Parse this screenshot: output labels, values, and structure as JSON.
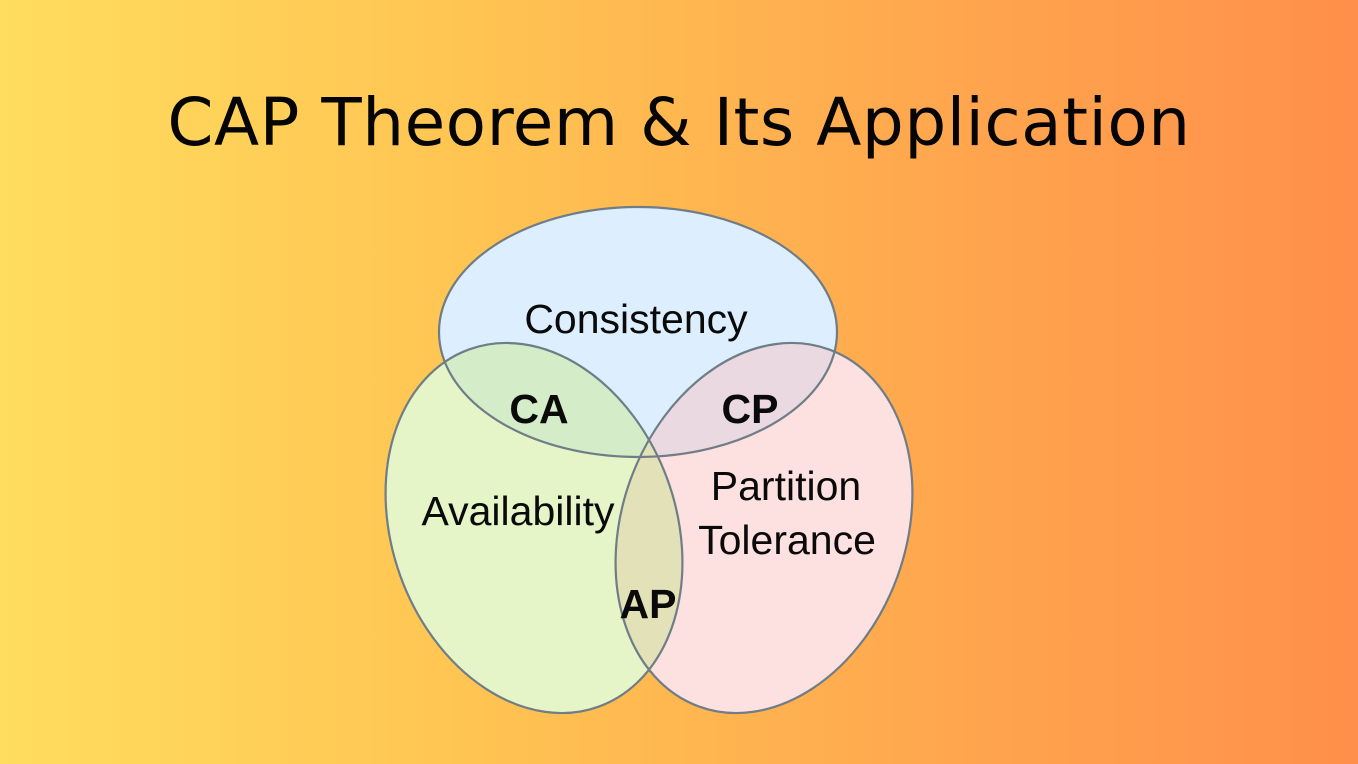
{
  "title": "CAP Theorem & Its Application",
  "diagram": {
    "type": "venn",
    "sets": [
      {
        "id": "C",
        "label": "Consistency",
        "fill": "#ddeefe"
      },
      {
        "id": "A",
        "label": "Availability",
        "fill": "#e5f5c8"
      },
      {
        "id": "P",
        "label_line1": "Partition",
        "label_line2": "Tolerance",
        "fill": "#fde0e0"
      }
    ],
    "overlaps": [
      {
        "sets": [
          "C",
          "A"
        ],
        "label": "CA"
      },
      {
        "sets": [
          "C",
          "P"
        ],
        "label": "CP"
      },
      {
        "sets": [
          "A",
          "P"
        ],
        "label": "AP"
      }
    ],
    "stroke": "#6f7d86"
  }
}
